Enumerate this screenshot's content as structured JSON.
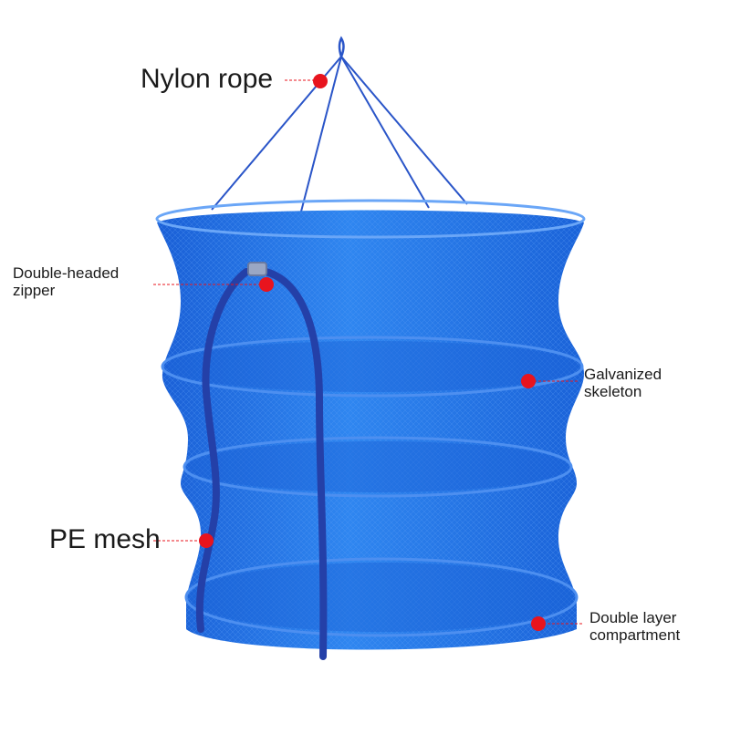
{
  "product": {
    "mesh_color": "#1f6fe0",
    "rope_color": "#2a55c8",
    "zipper_color": "#2440a8",
    "marker_color": "#e8141e"
  },
  "callouts": {
    "nylon_rope": "Nylon rope",
    "zipper_line1": "Double-headed",
    "zipper_line2": "zipper",
    "skeleton_line1": "Galvanized",
    "skeleton_line2": "skeleton",
    "pe_mesh": "PE mesh",
    "compartment_line1": "Double layer",
    "compartment_line2": "compartment"
  }
}
